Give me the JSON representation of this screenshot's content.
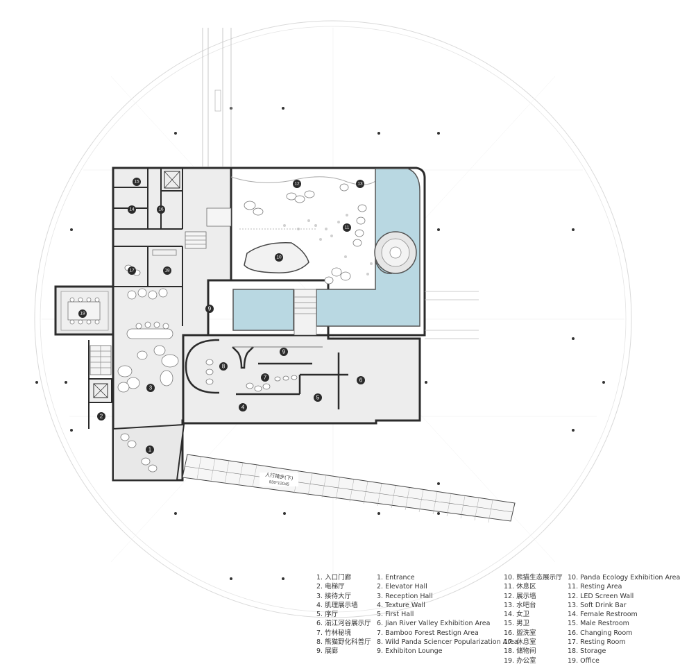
{
  "site_label": {
    "name": "人行踏步(下)",
    "dims": "930*12045"
  },
  "rooms": [
    {
      "num": "1"
    },
    {
      "num": "2"
    },
    {
      "num": "3"
    },
    {
      "num": "4"
    },
    {
      "num": "5"
    },
    {
      "num": "6"
    },
    {
      "num": "7"
    },
    {
      "num": "8"
    },
    {
      "num": "9"
    },
    {
      "num": "9"
    },
    {
      "num": "10"
    },
    {
      "num": "11"
    },
    {
      "num": "12"
    },
    {
      "num": "13"
    },
    {
      "num": "14"
    },
    {
      "num": "15"
    },
    {
      "num": "16"
    },
    {
      "num": "17"
    },
    {
      "num": "18"
    },
    {
      "num": "19"
    }
  ],
  "legend_cn_1": [
    "1. 入口门廊",
    "2. 电梯厅",
    "3. 接待大厅",
    "4. 肌理展示墙",
    "5. 序厅",
    "6. 湔江河谷展示厅",
    "7. 竹林秘境",
    "8. 熊猫野化科普厅",
    "9. 展廊"
  ],
  "legend_en_1": [
    "1. Entrance",
    "2. Elevator Hall",
    "3. Reception Hall",
    "4. Texture Wall",
    "5. First Hall",
    "6. Jian River Valley Exhibition Area",
    "7. Bamboo Forest Restign Area",
    "8. Wild Panda Sciencer Popularization Area",
    "9. Exhibiton Lounge"
  ],
  "legend_cn_2": [
    "10. 熊猫生态展示厅",
    "11. 休息区",
    "12. 展示墙",
    "13. 水吧台",
    "14. 女卫",
    "15. 男卫",
    "16. 盥洗室",
    "17. 休息室",
    "18. 储物间",
    "19. 办公室"
  ],
  "legend_en_2": [
    "10. Panda Ecology Exhibition Area",
    "11. Resting Area",
    "12. LED Screen Wall",
    "13. Soft Drink Bar",
    "14. Female Restroom",
    "15. Male Restroom",
    "16. Changing Room",
    "17. Resting Room",
    "18. Storage",
    "19. Office"
  ]
}
